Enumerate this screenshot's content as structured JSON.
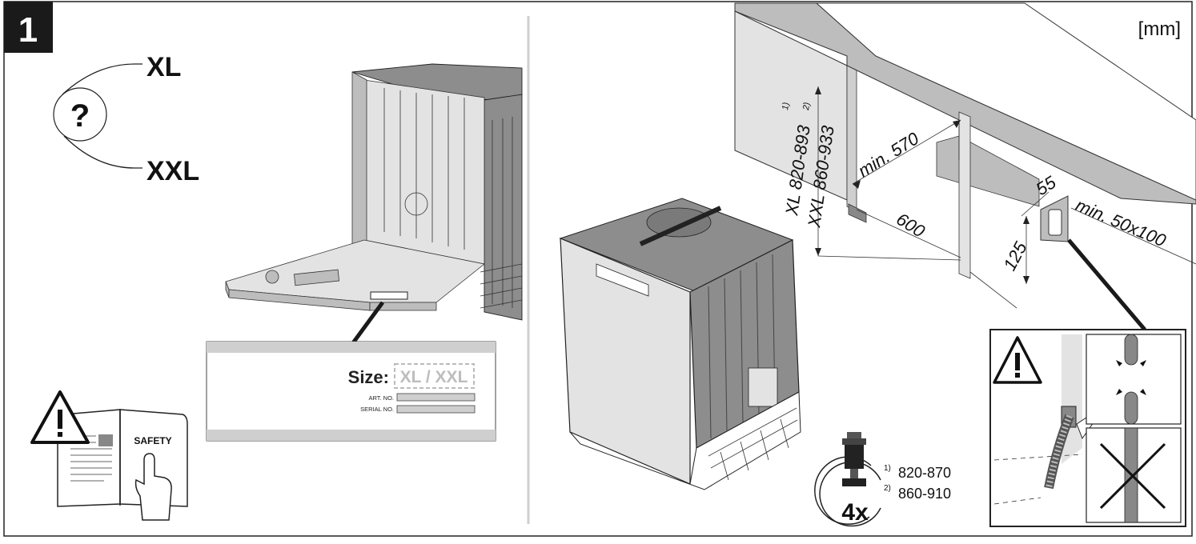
{
  "step_number": "1",
  "unit_label": "[mm]",
  "size_question": {
    "symbol": "?",
    "option_a": "XL",
    "option_b": "XXL"
  },
  "rating_plate": {
    "size_label": "Size:",
    "size_value": "XL / XXL",
    "art_no_label": "ART. NO.",
    "serial_no_label": "SERIAL NO."
  },
  "manual": {
    "label": "SAFETY",
    "icons": [
      "warning-icon",
      "hand-pointer-icon"
    ]
  },
  "niche_dimensions": {
    "height_xl": "XL   820-893",
    "height_xl_note": "1)",
    "height_xxl": "XXL  860-933",
    "height_xxl_note": "2)",
    "min_depth": "min. 570",
    "width": "600",
    "plinth_depth": "55",
    "plinth_height": "125",
    "opening": "min. 50x100"
  },
  "feet": {
    "count": "4x",
    "note_1": "1)",
    "range_1": "820-870",
    "note_2": "2)",
    "range_2": "860-910"
  },
  "hose_warning": {
    "icons": [
      "warning-icon",
      "pinch-arrows-icon",
      "cross-icon"
    ]
  }
}
